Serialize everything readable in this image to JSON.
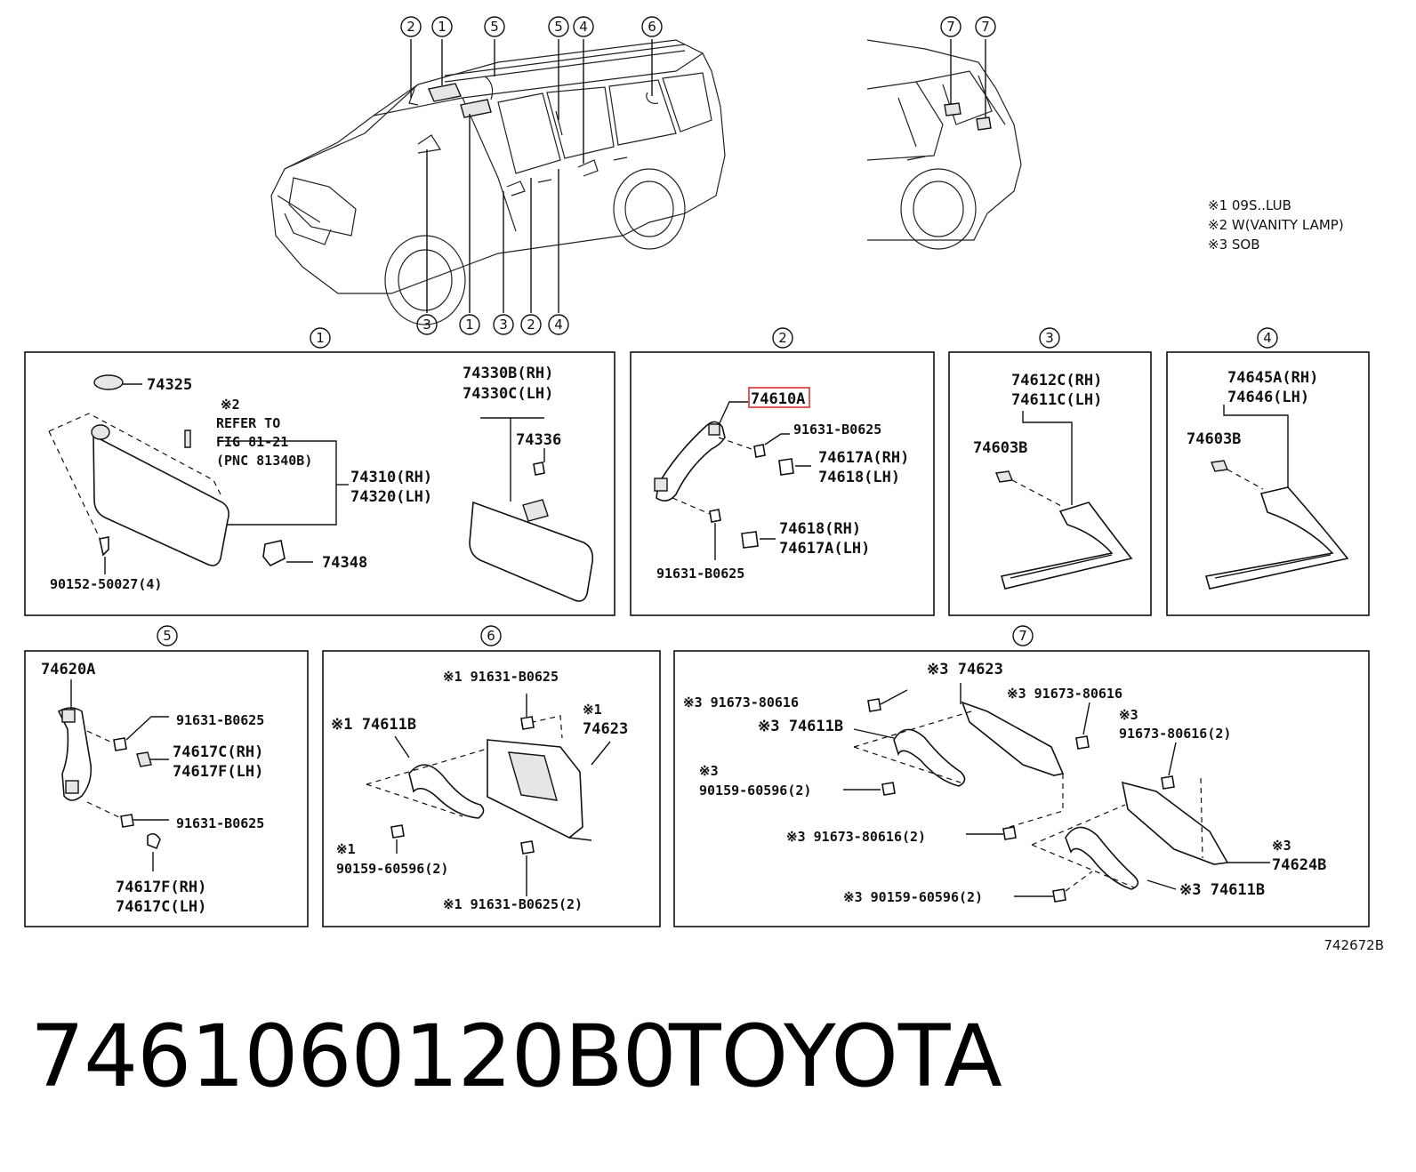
{
  "legend": [
    "※1 09S..LUB",
    "※2 W(VANITY LAMP)",
    "※3 SOB"
  ],
  "overview_callouts_top": [
    "2",
    "1",
    "5",
    "5",
    "4",
    "6",
    "7",
    "7"
  ],
  "overview_callouts_bottom": [
    "3",
    "1",
    "3",
    "2",
    "4"
  ],
  "panels": {
    "p1": {
      "number": "1",
      "labels": [
        "74325",
        "※2",
        "REFER TO",
        "FIG 81-21",
        "(PNC 81340B)",
        "74310(RH)",
        "74320(LH)",
        "90152-50027(4)",
        "74348",
        "74330B(RH)",
        "74330C(LH)",
        "74336"
      ]
    },
    "p2": {
      "number": "2",
      "labels": [
        "74610A",
        "91631-B0625",
        "74617A(RH)",
        "74618(LH)",
        "74618(RH)",
        "74617A(LH)",
        "91631-B0625"
      ]
    },
    "p3": {
      "number": "3",
      "labels": [
        "74612C(RH)",
        "74611C(LH)",
        "74603B"
      ]
    },
    "p4": {
      "number": "4",
      "labels": [
        "74645A(RH)",
        "74646(LH)",
        "74603B"
      ]
    },
    "p5": {
      "number": "5",
      "labels": [
        "74620A",
        "91631-B0625",
        "74617C(RH)",
        "74617F(LH)",
        "91631-B0625",
        "74617F(RH)",
        "74617C(LH)"
      ]
    },
    "p6": {
      "number": "6",
      "labels": [
        "※1 91631-B0625",
        "※1 74611B",
        "※1",
        "74623",
        "※1",
        "90159-60596(2)",
        "※1 91631-B0625(2)"
      ]
    },
    "p7": {
      "number": "7",
      "labels": [
        "※3 74623",
        "※3 91673-80616",
        "※3 91673-80616",
        "※3 74611B",
        "※3",
        "91673-80616(2)",
        "※3",
        "90159-60596(2)",
        "※3 91673-80616(2)",
        "※3",
        "74624B",
        "※3 90159-60596(2)",
        "※3 74611B"
      ]
    }
  },
  "highlight_part": "74610A",
  "figure_code": "742672B",
  "footer": {
    "part_number": "7461060120B0",
    "brand": "TOYOTA"
  }
}
